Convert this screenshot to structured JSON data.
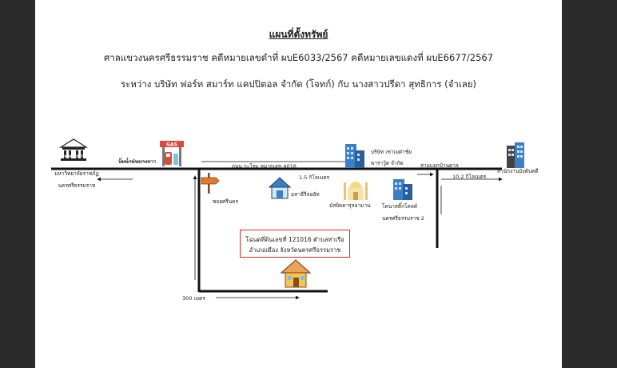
{
  "header": {
    "title": "แผนที่ตั้งทรัพย์",
    "line1": "ศาลแขวงนครศรีธรรมราช คดีหมายเลขดำที่ ผบE6033/2567 คดีหมายเลขแดงที่ ผบE6677/2567",
    "line2": "ระหว่าง บริษัท ฟอร์ท สมาร์ท แคปปิตอล จำกัด (โจทก์) กับ นางสาวปรีดา สุทธิการ (จำเลย)"
  },
  "map": {
    "university_sign": "UNIVERSITY",
    "gas_sign": "GAS",
    "labels": {
      "university_1": "มหาวิทยาลัยราชภัฏ",
      "university_2": "นครศรีธรรมราช",
      "gas_station": "ปั๊มน้ำมันบางจาก",
      "road": "ถนน กะโรม หมายเลข 4016",
      "company_1": "บริษัท เชาเมศาชัย",
      "company_2": "พาราวู้ด จำกัด",
      "junction": "สามแยกบ้านตาล",
      "office": "สำนักงานบังคับคดี",
      "soi": "ซอยศรีนคร",
      "distance_1_5": "1.5 กิโลเมตร",
      "distance_10_2": "10.2 กิโลเมตร",
      "temple": "มหาธีรีลอยัท",
      "mosque": "มัสยิดดารุลอามาน",
      "school_1": "โคนาสติ๊กโคลด์",
      "school_2": "นครศรีธรรมราช 2",
      "distance_300": "300 เมตร"
    },
    "property_box": {
      "line1": "โฉนดที่ดินเลขที่ 121016 ตำบลท่าเรือ",
      "line2": "อำเภอเมือง จังหวัดนครศรีธรรมราช"
    }
  },
  "colors": {
    "road": "#111111",
    "property_border": "#d32a2a",
    "house_roof": "#e8a35c",
    "house_wall": "#f5c453",
    "building_blue": "#3d7fc4",
    "gas_red": "#d84a3a",
    "sign_orange": "#e07a2e"
  }
}
